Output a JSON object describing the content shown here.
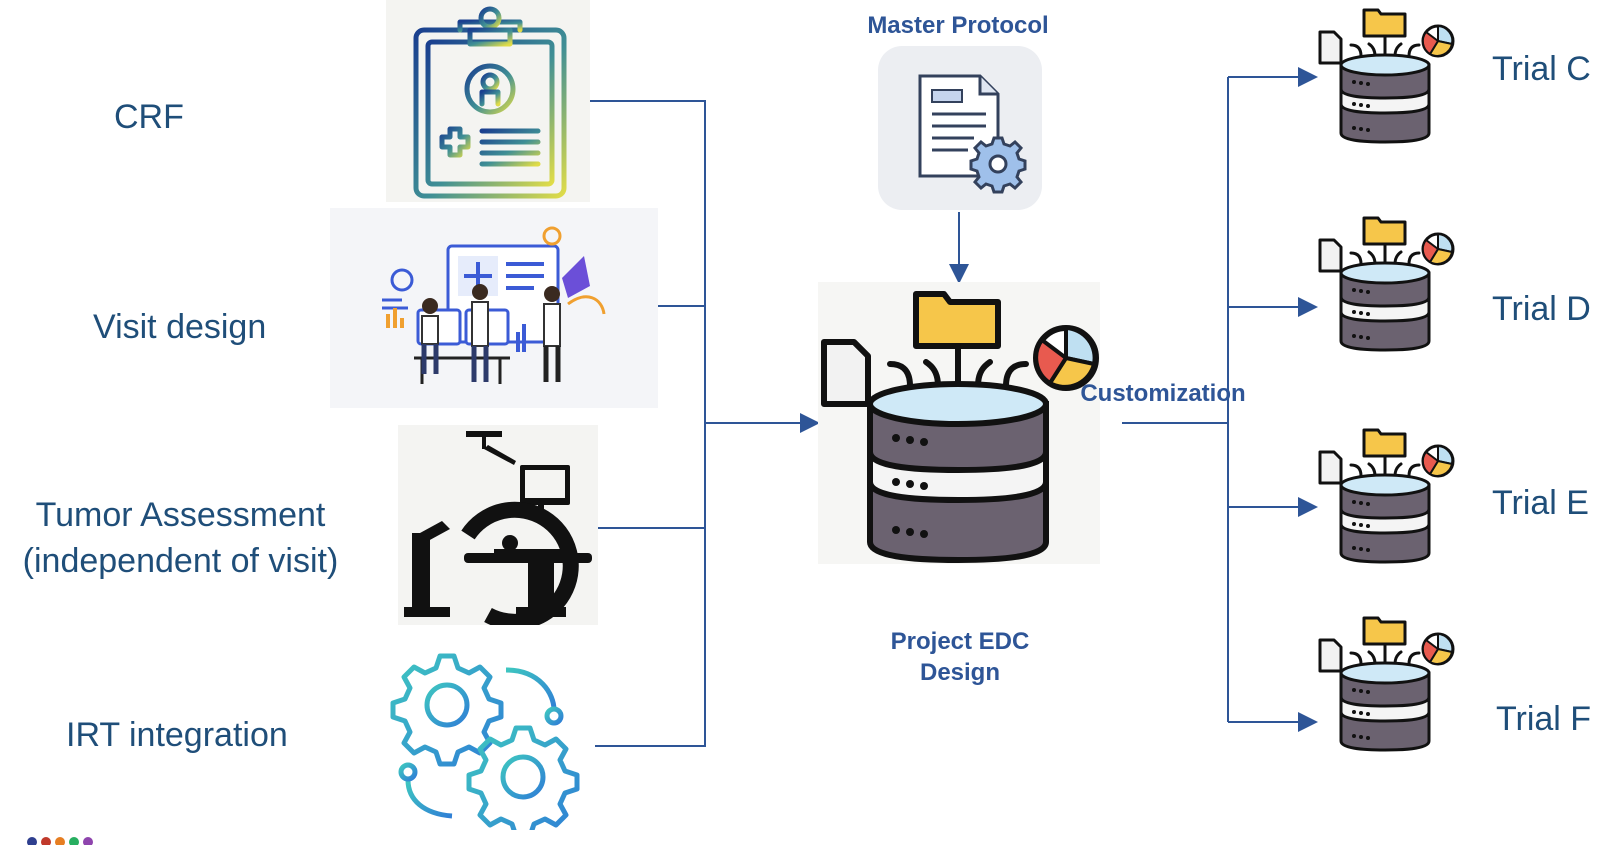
{
  "inputs": [
    {
      "label": "CRF",
      "icon": "clipboard-icon"
    },
    {
      "label": "Visit design",
      "icon": "team-analytics-icon"
    },
    {
      "label_lines": [
        "Tumor Assessment",
        "(independent of visit)"
      ],
      "icon": "scanner-icon"
    },
    {
      "label": "IRT integration",
      "icon": "gears-icon"
    }
  ],
  "master_protocol": {
    "label": "Master Protocol",
    "icon": "protocol-document-gear-icon"
  },
  "center": {
    "label_lines": [
      "Project EDC",
      "Design"
    ],
    "icon": "database-icon"
  },
  "customization": {
    "label": "Customization"
  },
  "trials": [
    {
      "label": "Trial C",
      "icon": "trial-database-icon"
    },
    {
      "label": "Trial D",
      "icon": "trial-database-icon"
    },
    {
      "label": "Trial E",
      "icon": "trial-database-icon"
    },
    {
      "label": "Trial F",
      "icon": "trial-database-icon"
    }
  ],
  "colors": {
    "text": "#1f4e79",
    "bold_text": "#2e5597",
    "connector": "#2e5597"
  }
}
